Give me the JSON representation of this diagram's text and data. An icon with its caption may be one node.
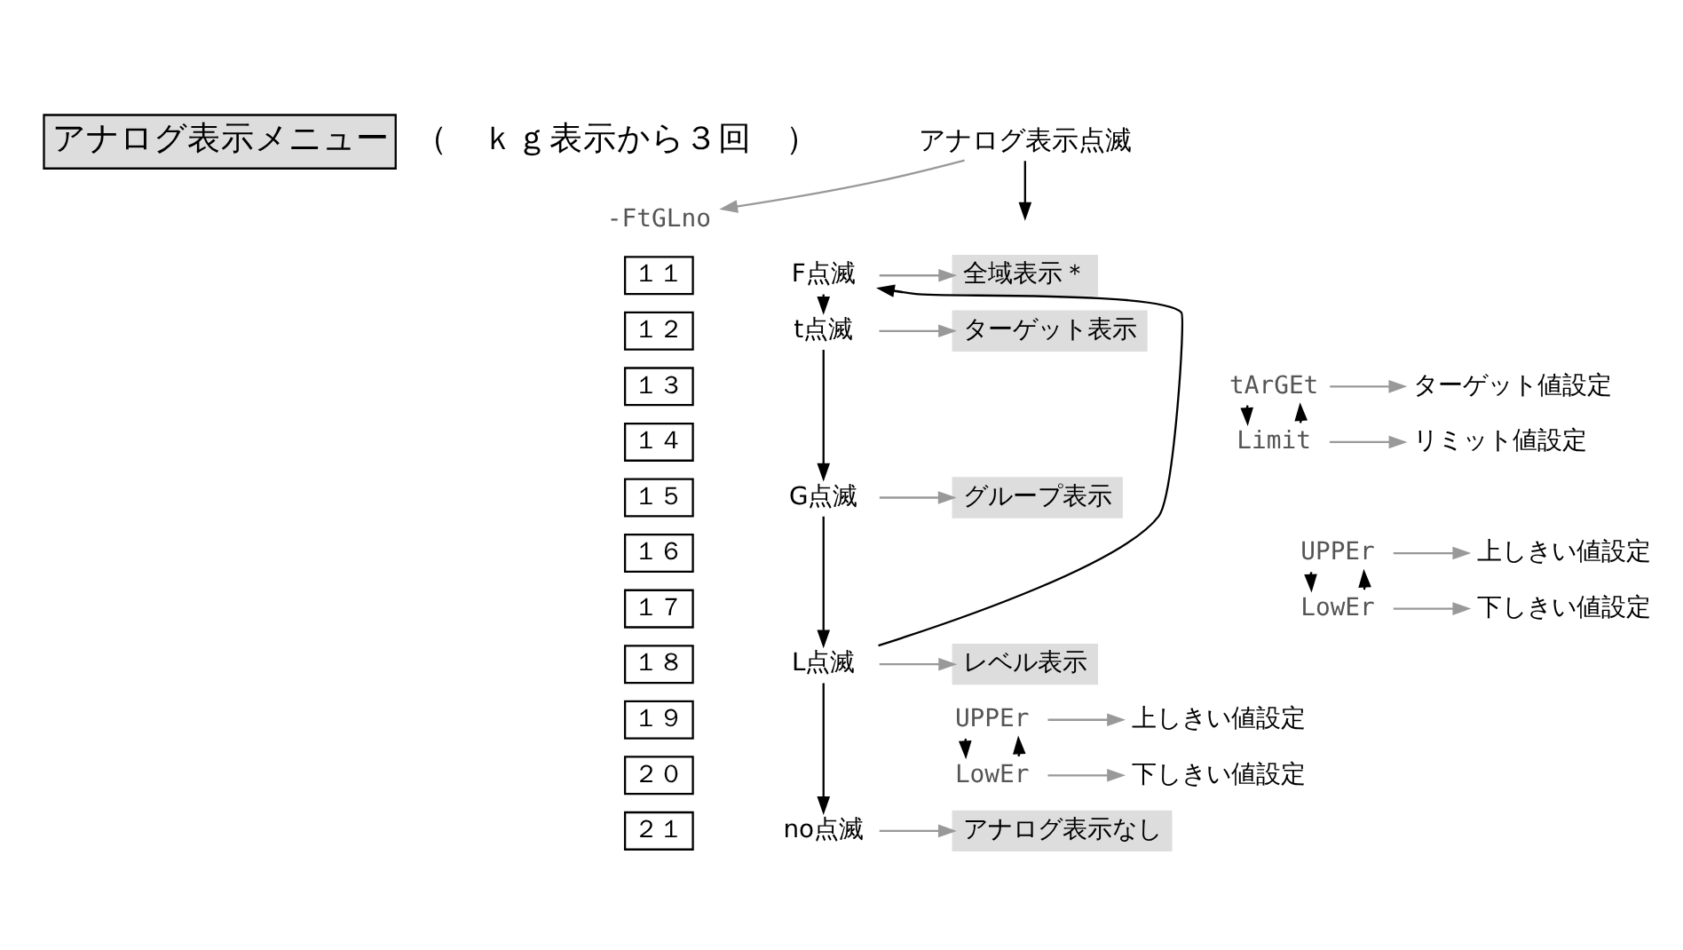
{
  "diagram": {
    "nodes": [
      {
        "text": [
          "アナログ表示点滅"
        ]
      },
      {
        "text": [
          "-FtGLno"
        ]
      },
      {
        "text": [
          "アナログ表示メニュー"
        ],
        "beside": [
          "（　ｋｇ表示から３回　）"
        ]
      },
      {
        "text": [
          "F点滅"
        ]
      },
      {
        "text": [
          "全域表示＊"
        ]
      },
      {
        "text": [
          "１１"
        ]
      },
      {
        "text": [
          "t点滅"
        ]
      },
      {
        "text": [
          "ターゲット表示"
        ]
      },
      {
        "text": [
          "１２"
        ]
      },
      {
        "text": [
          "tArGEt"
        ]
      },
      {
        "text": [
          "ターゲット値設定"
        ]
      },
      {
        "text": [
          "１３"
        ]
      },
      {
        "text": [
          "Limit"
        ]
      },
      {
        "text": [
          "リミット値設定"
        ]
      },
      {
        "text": [
          "１４"
        ]
      },
      {
        "text": [
          "G点滅"
        ]
      },
      {
        "text": [
          "グループ表示"
        ]
      },
      {
        "text": [
          "１５"
        ]
      },
      {
        "text": [
          "UPPEr"
        ]
      },
      {
        "text": [
          "上しきい値設定"
        ]
      },
      {
        "text": [
          "１６"
        ]
      },
      {
        "text": [
          "LowEr"
        ]
      },
      {
        "text": [
          "下しきい値設定"
        ]
      },
      {
        "text": [
          "１７"
        ]
      },
      {
        "text": [
          "L点滅"
        ]
      },
      {
        "text": [
          "レベル表示"
        ]
      },
      {
        "text": [
          "１８"
        ]
      },
      {
        "text": [
          "UPPEr"
        ]
      },
      {
        "text": [
          "上しきい値設定"
        ]
      },
      {
        "text": [
          "１９"
        ]
      },
      {
        "text": [
          "LowEr"
        ]
      },
      {
        "text": [
          "下しきい値設定"
        ]
      },
      {
        "text": [
          "２０"
        ]
      },
      {
        "text": [
          "no点滅"
        ]
      },
      {
        "text": [
          "アナログ表示なし"
        ]
      },
      {
        "text": [
          "２１"
        ]
      }
    ],
    "edges": [
      {
        "from": 0,
        "to": 1,
        "arrow": "to"
      },
      {
        "from": 0,
        "to": null,
        "arrow": "to",
        "color": "#000000"
      },
      {
        "from": 3,
        "to": 4,
        "arrow": "to"
      },
      {
        "from": 6,
        "to": 7,
        "arrow": "to"
      },
      {
        "from": 9,
        "to": 10,
        "arrow": "to"
      },
      {
        "from": 12,
        "to": 13,
        "arrow": "to"
      },
      {
        "from": 15,
        "to": 16,
        "arrow": "to"
      },
      {
        "from": 18,
        "to": 19,
        "arrow": "to"
      },
      {
        "from": 21,
        "to": 22,
        "arrow": "to"
      },
      {
        "from": 24,
        "to": 25,
        "arrow": "to"
      },
      {
        "from": 27,
        "to": 28,
        "arrow": "to"
      },
      {
        "from": 30,
        "to": 31,
        "arrow": "to"
      },
      {
        "from": 33,
        "to": 34,
        "arrow": "to"
      },
      {
        "from": 3,
        "to": 6,
        "arrow": "to",
        "color": "#000000"
      },
      {
        "from": 6,
        "to": 15,
        "arrow": "to",
        "color": "#000000"
      },
      {
        "from": 15,
        "to": 24,
        "arrow": "to",
        "color": "#000000"
      },
      {
        "from": 24,
        "to": 33,
        "arrow": "to",
        "color": "#000000"
      },
      {
        "from": 24,
        "to": 3,
        "arrow": "to",
        "color": "#000000"
      },
      {
        "from": 12,
        "to": 9,
        "arrow": "to",
        "color": "#000000"
      },
      {
        "from": 9,
        "to": 12,
        "arrow": "to",
        "color": "#000000"
      },
      {
        "from": 21,
        "to": 18,
        "arrow": "to",
        "color": "#000000"
      },
      {
        "from": 18,
        "to": 21,
        "arrow": "to",
        "color": "#000000"
      },
      {
        "from": 30,
        "to": 27,
        "arrow": "to",
        "color": "#000000"
      },
      {
        "from": 27,
        "to": 30,
        "arrow": "to",
        "color": "#000000"
      }
    ]
  }
}
